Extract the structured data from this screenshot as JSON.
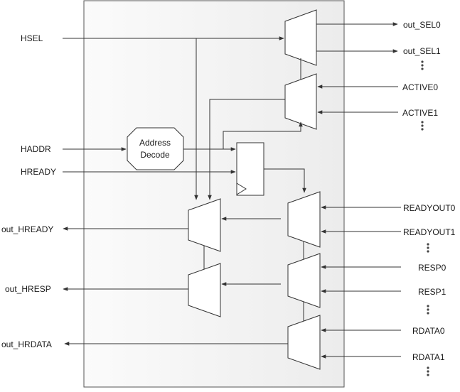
{
  "inputs_left": {
    "hsel": "HSEL",
    "haddr": "HADDR",
    "hready": "HREADY"
  },
  "outputs_left": {
    "out_hready": "out_HREADY",
    "out_hresp": "out_HRESP",
    "out_hrdata": "out_HRDATA"
  },
  "outputs_right": {
    "out_sel0": "out_SEL0",
    "out_sel1": "out_SEL1"
  },
  "inputs_right": {
    "active0": "ACTIVE0",
    "active1": "ACTIVE1",
    "readyout0": "READYOUT0",
    "readyout1": "READYOUT1",
    "resp0": "RESP0",
    "resp1": "RESP1",
    "rdata0": "RDATA0",
    "rdata1": "RDATA1"
  },
  "decoder": {
    "line1": "Address",
    "line2": "Decode"
  },
  "colors": {
    "block_fill": "#f4f4f4",
    "stroke": "#333333",
    "text": "#1a1a1a"
  }
}
